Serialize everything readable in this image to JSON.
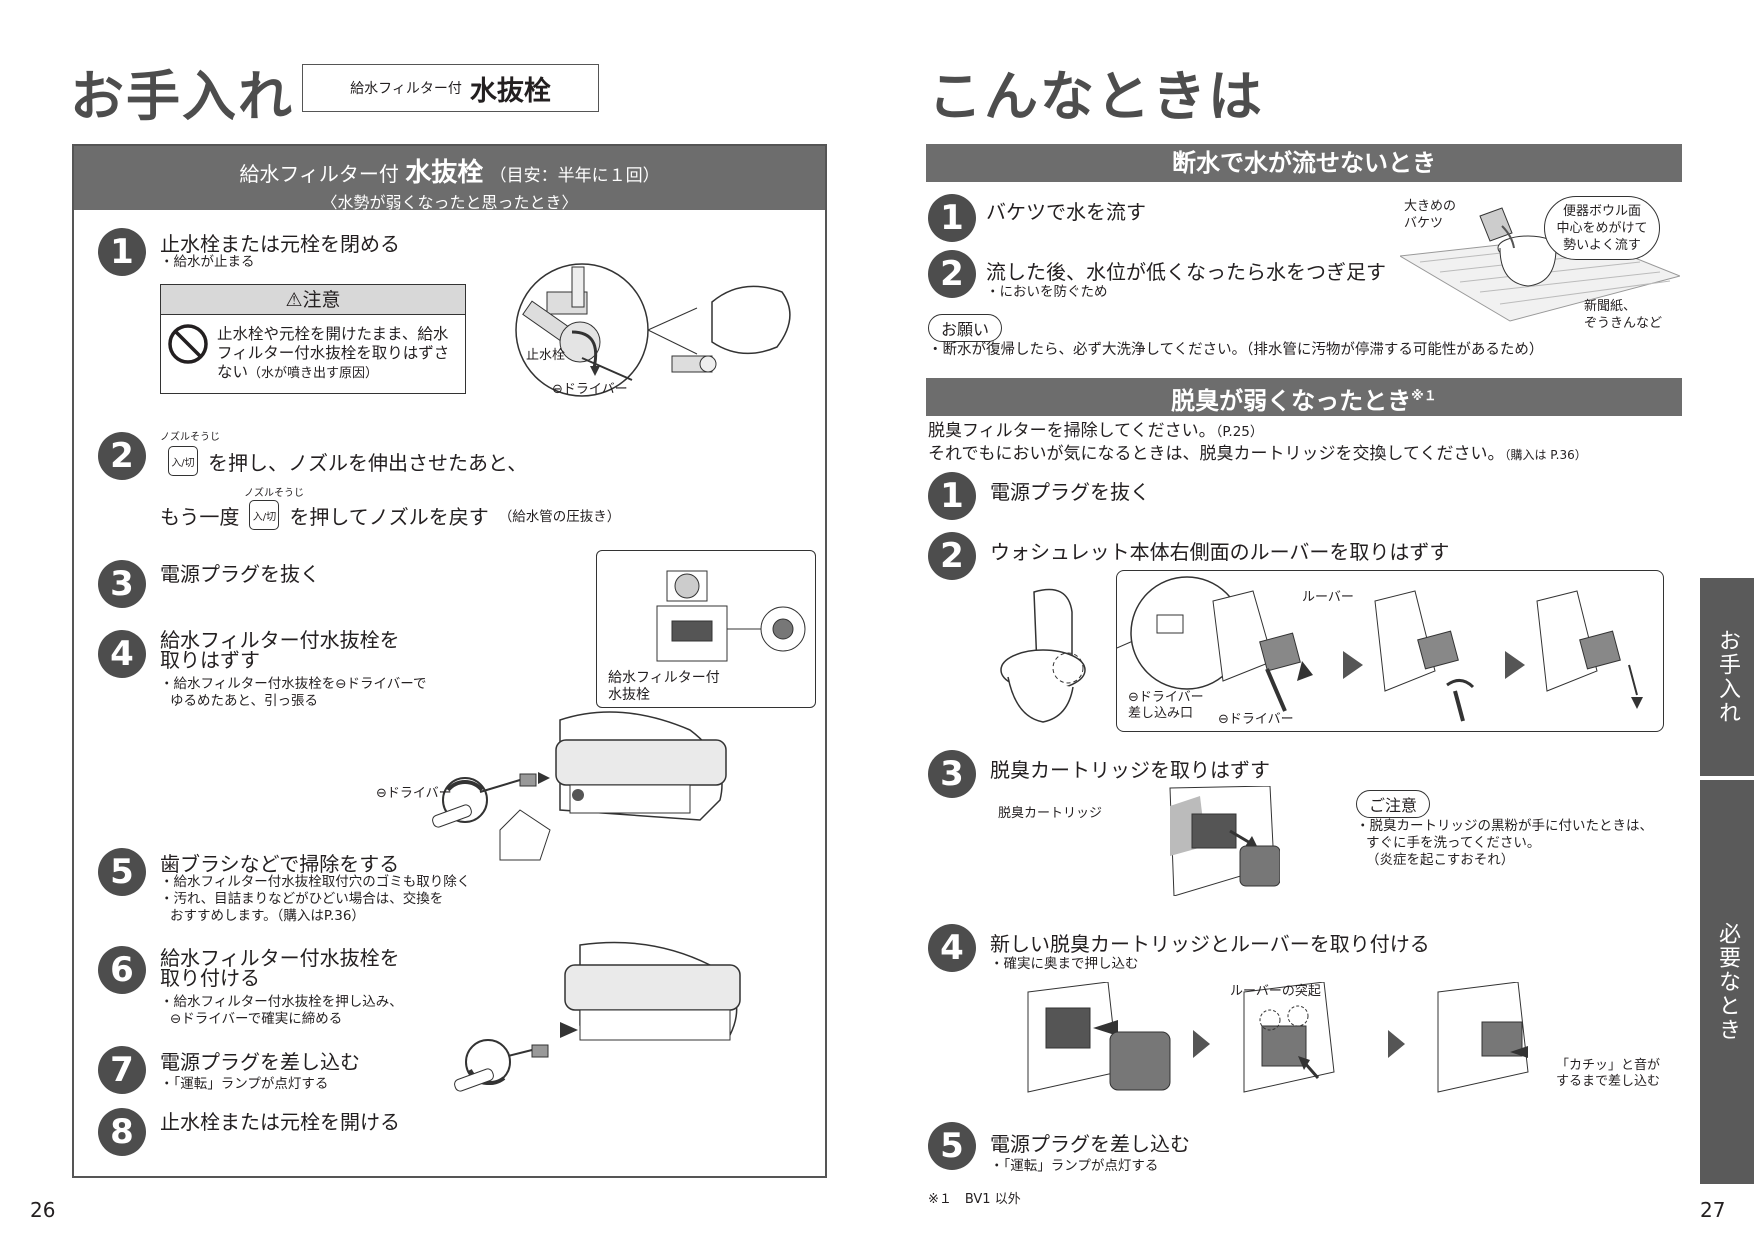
{
  "left": {
    "title": "お手入れ",
    "subtitle_small": "給水フィルター付",
    "subtitle_large": "水抜栓",
    "panel_head_small": "給水フィルター付",
    "panel_head_large": "水抜栓",
    "panel_head_freq": "（目安：半年に１回）",
    "panel_head_sub": "〈水勢が弱くなったと思ったとき〉",
    "steps": [
      {
        "n": "1",
        "title": "止水栓または元栓を閉める",
        "note": "・給水が止まる"
      },
      {
        "n": "2",
        "ruby1": "ノズルそうじ",
        "key": "入/切",
        "line1": "を押し、ノズルを伸出させたあと、",
        "line2a": "もう一度",
        "ruby2": "ノズルそうじ",
        "line2b": "を押してノズルを戻す",
        "line2c": "（給水管の圧抜き）"
      },
      {
        "n": "3",
        "title": "電源プラグを抜く"
      },
      {
        "n": "4",
        "title1": "給水フィルター付水抜栓を",
        "title2": "取りはずす",
        "note1": "・給水フィルター付水抜栓を⊖ドライバーで",
        "note2": "ゆるめたあと、引っ張る"
      },
      {
        "n": "5",
        "title": "歯ブラシなどで掃除をする",
        "note1": "・給水フィルター付水抜栓取付穴のゴミも取り除く",
        "note2": "・汚れ、目詰まりなどがひどい場合は、交換を",
        "note3": "おすすめします。（購入はP.36）"
      },
      {
        "n": "6",
        "title1": "給水フィルター付水抜栓を",
        "title2": "取り付ける",
        "note1": "・給水フィルター付水抜栓を押し込み、",
        "note2": "⊖ドライバーで確実に締める"
      },
      {
        "n": "7",
        "title": "電源プラグを差し込む",
        "note": "・「運転」ランプが点灯する"
      },
      {
        "n": "8",
        "title": "止水栓または元栓を開ける"
      }
    ],
    "caution": {
      "head": "⚠注意",
      "line1": "止水栓や元栓を開けたまま、給水",
      "line2": "フィルター付水抜栓を取りはずさ",
      "line3a": "ない",
      "line3b": "（水が噴き出す原因）"
    },
    "labels": {
      "shisuisen": "止水栓",
      "driver1": "⊖ドライバー",
      "valve1": "給水フィルター付",
      "valve2": "水抜栓",
      "driver2": "⊖ドライバー"
    },
    "page": "26"
  },
  "right": {
    "title": "こんなときは",
    "section1": "断水で水が流せないとき",
    "s1_step1": "バケツで水を流す",
    "s1_step2": "流した後、水位が低くなったら水をつぎ足す",
    "s1_step2_note": "・においを防ぐため",
    "s1_fig_bucket1": "大きめの",
    "s1_fig_bucket2": "バケツ",
    "s1_fig_bowl1": "便器ボウル面",
    "s1_fig_bowl2": "中心をめがけて",
    "s1_fig_bowl3": "勢いよく流す",
    "s1_fig_paper1": "新聞紙、",
    "s1_fig_paper2": "ぞうきんなど",
    "onegai": "お願い",
    "onegai_text": "・断水が復帰したら、必ず大洗浄してください。（排水管に汚物が停滞する可能性があるため）",
    "section2": "脱臭が弱くなったとき",
    "section2_sup": "※１",
    "s2_intro1a": "脱臭フィルターを掃除してください。",
    "s2_intro1b": "（P.25）",
    "s2_intro2a": "それでもにおいが気になるときは、脱臭カートリッジを交換してください。",
    "s2_intro2b": "（購入は P.36）",
    "s2_step1": "電源プラグを抜く",
    "s2_step2": "ウォシュレット本体右側面のルーバーを取りはずす",
    "s2_fig2_louver": "ルーバー",
    "s2_fig2_insert1": "⊖ドライバー",
    "s2_fig2_insert2": "差し込み口",
    "s2_fig2_driver": "⊖ドライバー",
    "s2_step3": "脱臭カートリッジを取りはずす",
    "s2_fig3_label": "脱臭カートリッジ",
    "gochui": "ご注意",
    "gochui1": "・脱臭カートリッジの黒粉が手に付いたときは、",
    "gochui2": "すぐに手を洗ってください。",
    "gochui3": "（炎症を起こすおそれ）",
    "s2_step4": "新しい脱臭カートリッジとルーバーを取り付ける",
    "s2_step4_note": "・確実に奥まで押し込む",
    "s2_fig4_protrusion": "ルーバーの突起",
    "s2_fig4_click1": "「カチッ」と音が",
    "s2_fig4_click2": "するまで差し込む",
    "s2_step5": "電源プラグを差し込む",
    "s2_step5_note": "・「運転」ランプが点灯する",
    "footnote": "※１　BV1 以外",
    "tab1": "お手入れ",
    "tab2": "必要なとき",
    "page": "27"
  }
}
